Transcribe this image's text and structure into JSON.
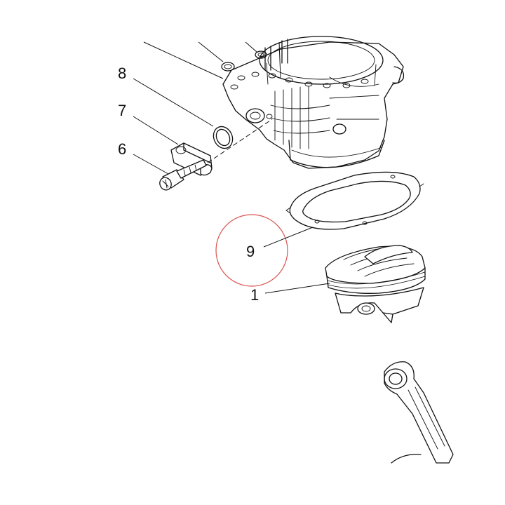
{
  "callouts": [
    {
      "id": "8",
      "label": "8"
    },
    {
      "id": "7",
      "label": "7"
    },
    {
      "id": "6",
      "label": "6"
    },
    {
      "id": "9",
      "label": "9"
    },
    {
      "id": "1",
      "label": "1"
    }
  ],
  "highlight": {
    "target": "9",
    "color": "#d9534f"
  },
  "colors": {
    "ink": "#111111",
    "background": "#ffffff"
  }
}
